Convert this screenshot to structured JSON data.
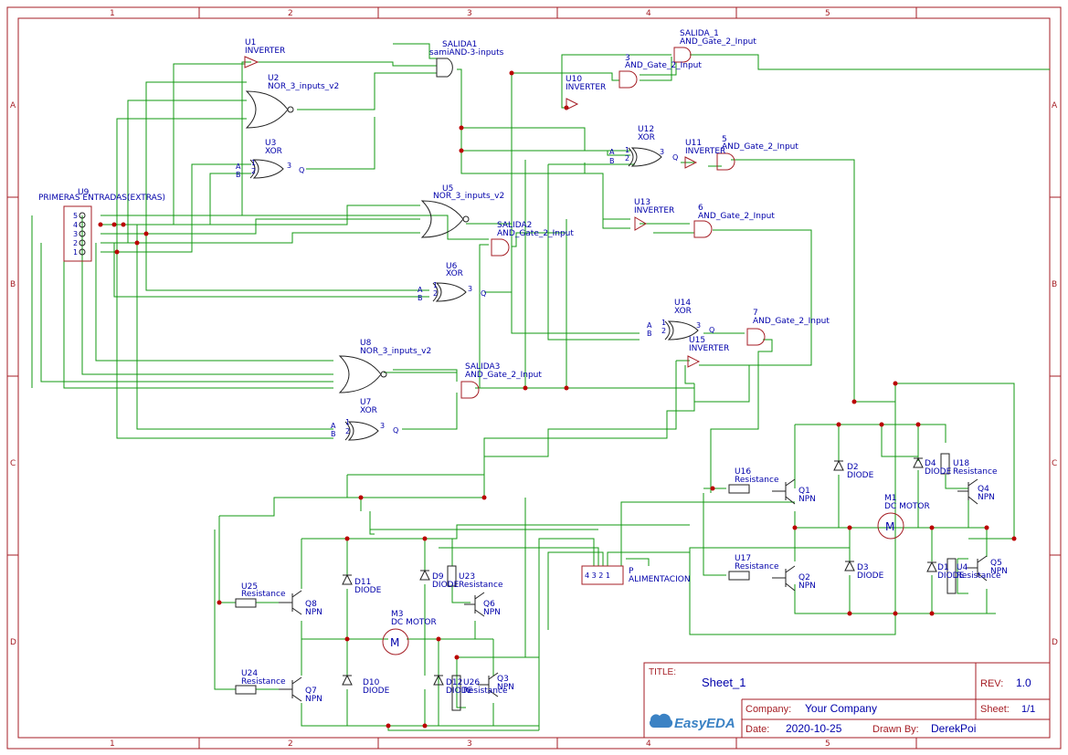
{
  "grid": {
    "cols": [
      "1",
      "2",
      "3",
      "4",
      "5"
    ],
    "rows": [
      "A",
      "B",
      "C",
      "D"
    ]
  },
  "components": [
    {
      "id": "U1",
      "sub": "INVERTER"
    },
    {
      "id": "SALIDA1",
      "sub": "samiAND-3-inputs"
    },
    {
      "id": "SALIDA_1",
      "sub": "AND_Gate_2_Input"
    },
    {
      "id": "3",
      "sub": "AND_Gate_2_Input"
    },
    {
      "id": "U10",
      "sub": "INVERTER"
    },
    {
      "id": "U2",
      "sub": "NOR_3_inputs_v2"
    },
    {
      "id": "U3",
      "sub": "XOR"
    },
    {
      "id": "U12",
      "sub": "XOR"
    },
    {
      "id": "U11",
      "sub": "INVERTER"
    },
    {
      "id": "5",
      "sub": "AND_Gate_2_Input"
    },
    {
      "id": "U9",
      "sub": "PRIMERAS ENTRADAS(EXTRAS)"
    },
    {
      "id": "U5",
      "sub": "NOR_3_inputs_v2"
    },
    {
      "id": "U13",
      "sub": "INVERTER"
    },
    {
      "id": "6",
      "sub": "AND_Gate_2_Input"
    },
    {
      "id": "SALIDA2",
      "sub": "AND_Gate_2_Input"
    },
    {
      "id": "U6",
      "sub": "XOR"
    },
    {
      "id": "U14",
      "sub": "XOR"
    },
    {
      "id": "7",
      "sub": "AND_Gate_2_Input"
    },
    {
      "id": "U15",
      "sub": "INVERTER"
    },
    {
      "id": "U8",
      "sub": "NOR_3_inputs_v2"
    },
    {
      "id": "SALIDA3",
      "sub": "AND_Gate_2_Input"
    },
    {
      "id": "U7",
      "sub": "XOR"
    },
    {
      "id": "U16",
      "sub": "Resistance"
    },
    {
      "id": "Q1",
      "sub": "NPN"
    },
    {
      "id": "D2",
      "sub": "DIODE"
    },
    {
      "id": "D4",
      "sub": "DIODE"
    },
    {
      "id": "U18",
      "sub": "Resistance"
    },
    {
      "id": "Q4",
      "sub": "NPN"
    },
    {
      "id": "M1",
      "sub": "DC MOTOR"
    },
    {
      "id": "U17",
      "sub": "Resistance"
    },
    {
      "id": "Q2",
      "sub": "NPN"
    },
    {
      "id": "D3",
      "sub": "DIODE"
    },
    {
      "id": "D1",
      "sub": "DIODE"
    },
    {
      "id": "U4",
      "sub": "Resistance"
    },
    {
      "id": "Q5",
      "sub": "NPN"
    },
    {
      "id": "P",
      "sub": "ALIMENTACION"
    },
    {
      "id": "U25",
      "sub": "Resistance"
    },
    {
      "id": "Q8",
      "sub": "NPN"
    },
    {
      "id": "D11",
      "sub": "DIODE"
    },
    {
      "id": "D9",
      "sub": "DIODE"
    },
    {
      "id": "U23",
      "sub": "Resistance"
    },
    {
      "id": "Q6",
      "sub": "NPN"
    },
    {
      "id": "M3",
      "sub": "DC MOTOR"
    },
    {
      "id": "U24",
      "sub": "Resistance"
    },
    {
      "id": "Q7",
      "sub": "NPN"
    },
    {
      "id": "D10",
      "sub": "DIODE"
    },
    {
      "id": "D12",
      "sub": "DIODE"
    },
    {
      "id": "U26",
      "sub": "Resistance"
    },
    {
      "id": "Q3",
      "sub": "NPN"
    }
  ],
  "pins": {
    "a": "A",
    "b": "B",
    "one": "1",
    "two": "2",
    "three": "3",
    "q": "Q",
    "m": "M",
    "n5": "5",
    "n4": "4",
    "n2": "2",
    "n1": "1"
  },
  "title_block": {
    "title_label": "TITLE:",
    "title": "Sheet_1",
    "rev_label": "REV:",
    "rev": "1.0",
    "company_label": "Company:",
    "company": "Your Company",
    "sheet_label": "Sheet:",
    "sheet": "1/1",
    "date_label": "Date:",
    "date": "2020-10-25",
    "drawn_label": "Drawn By:",
    "drawn_by": "DerekPoi",
    "logo_text": "EasyEDA"
  }
}
